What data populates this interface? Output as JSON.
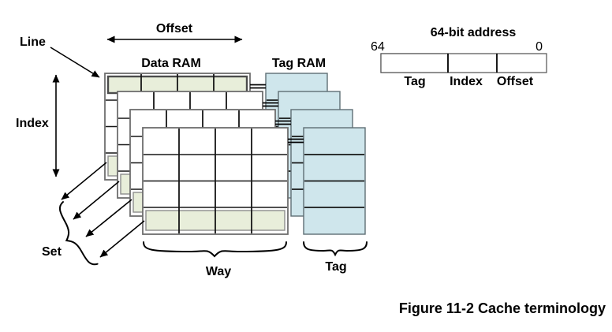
{
  "figure": {
    "caption": "Figure 11-2 Cache terminology"
  },
  "diagram": {
    "data_ram_label": "Data RAM",
    "tag_ram_label": "Tag RAM",
    "line_label": "Line",
    "offset_label": "Offset",
    "index_label": "Index",
    "set_label": "Set",
    "way_label": "Way",
    "tag_label": "Tag",
    "ways": 4,
    "rows_shown_per_way": 4,
    "cols_shown_per_way": 4
  },
  "address": {
    "title": "64-bit address",
    "high_bit": "64",
    "low_bit": "0",
    "fields": [
      {
        "name": "Tag",
        "highlighted": true
      },
      {
        "name": "Index",
        "highlighted": false
      },
      {
        "name": "Offset",
        "highlighted": false
      }
    ]
  },
  "colors": {
    "highlight_green": "#e8eeda",
    "tag_blue": "#cfe6ec"
  }
}
